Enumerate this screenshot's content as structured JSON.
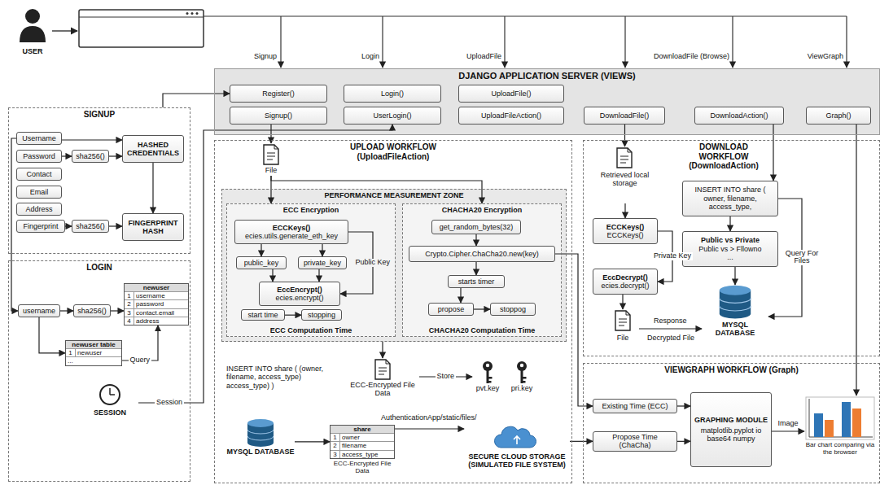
{
  "diagram": {
    "nodes": [
      {
        "text": [
          "USER"
        ]
      },
      {
        "text": [
          "DJANGO APPLICATION SERVER (VIEWS)"
        ]
      },
      {
        "text": [
          "Register()"
        ],
        "in": 1
      },
      {
        "text": [
          "Signup()"
        ],
        "in": 1
      },
      {
        "text": [
          "Login()"
        ],
        "in": 1
      },
      {
        "text": [
          "UserLogin()"
        ],
        "in": 1
      },
      {
        "text": [
          "UploadFile()"
        ],
        "in": 1
      },
      {
        "text": [
          "UploadFileAction()"
        ],
        "in": 1
      },
      {
        "text": [
          "DownloadFile()"
        ],
        "in": 1
      },
      {
        "text": [
          "DownloadAction()"
        ],
        "in": 1
      },
      {
        "text": [
          "Graph()"
        ],
        "in": 1
      },
      {
        "text": [
          "SIGNUP"
        ]
      },
      {
        "text": [
          "Username"
        ],
        "in": 11
      },
      {
        "text": [
          "Password"
        ],
        "in": 11
      },
      {
        "text": [
          "Contact"
        ],
        "in": 11
      },
      {
        "text": [
          "Email"
        ],
        "in": 11
      },
      {
        "text": [
          "Address"
        ],
        "in": 11
      },
      {
        "text": [
          "Fingerprint"
        ],
        "in": 11
      },
      {
        "text": [
          "sha256()"
        ],
        "in": 11
      },
      {
        "text": [
          "sha256()"
        ],
        "in": 11
      },
      {
        "text": [
          "HASHED CREDENTIALS"
        ],
        "in": 11
      },
      {
        "text": [
          "FINGERPRINT HASH"
        ],
        "in": 11
      },
      {
        "text": [
          "LOGIN"
        ]
      },
      {
        "text": [
          "username"
        ],
        "in": 22
      },
      {
        "text": [
          "sha256()"
        ],
        "in": 22
      },
      {
        "text": [
          "newuser",
          "1",
          "username",
          "2",
          "password",
          "3",
          "contact.email",
          "4",
          "address"
        ],
        "in": 22
      },
      {
        "text": [
          "newuser table",
          "1",
          "newuser",
          "..."
        ],
        "in": 22
      },
      {
        "text": [
          "SESSION"
        ],
        "in": 22
      },
      {
        "text": [
          "UPLOAD WORKFLOW (UploadFileAction)"
        ]
      },
      {
        "text": [
          "File"
        ],
        "in": 28
      },
      {
        "text": [
          "PERFORMANCE MEASUREMENT ZONE"
        ],
        "in": 28
      },
      {
        "text": [
          "ECC Encryption",
          "ECC Computation Time"
        ],
        "in": 30
      },
      {
        "text": [
          "ECCKeys()",
          "ecies.utils.generate_eth_key"
        ],
        "in": 31
      },
      {
        "text": [
          "public_key"
        ],
        "in": 31
      },
      {
        "text": [
          "private_key"
        ],
        "in": 31
      },
      {
        "text": [
          "EccEncrypt()",
          "ecies.encrypt()"
        ],
        "in": 31
      },
      {
        "text": [
          "start time"
        ],
        "in": 31
      },
      {
        "text": [
          "stopping"
        ],
        "in": 31
      },
      {
        "text": [
          "CHACHA20 Encryption",
          "CHACHA20 Computation Time"
        ],
        "in": 30
      },
      {
        "text": [
          "get_random_bytes(32)"
        ],
        "in": 38
      },
      {
        "text": [
          "Crypto.Cipher.ChaCha20.new(key)"
        ],
        "in": 38
      },
      {
        "text": [
          "starts timer"
        ],
        "in": 38
      },
      {
        "text": [
          "propose"
        ],
        "in": 38
      },
      {
        "text": [
          "stoppog"
        ],
        "in": 38
      },
      {
        "text": [
          "ECC-Encrypted File Data"
        ],
        "in": 28
      },
      {
        "text": [
          "pvt.key"
        ],
        "in": 28
      },
      {
        "text": [
          "pri.key"
        ],
        "in": 28
      },
      {
        "text": [
          "MYSQL DATABASE"
        ],
        "in": 28
      },
      {
        "text": [
          "share",
          "1",
          "owner",
          "2",
          "filename",
          "3",
          "access_type",
          "ECC-Encrypted File Data"
        ],
        "in": 28
      },
      {
        "text": [
          "SECURE CLOUD STORAGE (SIMULATED FILE SYSTEM)"
        ],
        "in": 28
      },
      {
        "text": [
          "DOWNLOAD WORKFLOW (DownloadAction)"
        ]
      },
      {
        "text": [
          "Retrieved local storage"
        ],
        "in": 50
      },
      {
        "text": [
          "ECCKeys()",
          "ECCKeys()"
        ],
        "in": 50
      },
      {
        "text": [
          "EccDecrypt()",
          "ecies.decrypt()"
        ],
        "in": 50
      },
      {
        "text": [
          "File"
        ],
        "in": 50
      },
      {
        "text": [
          "INSERT INTO share ( owner, filename, access_type,"
        ],
        "in": 50
      },
      {
        "text": [
          "Public vs Private",
          "Public vs > Fllowno",
          "..."
        ],
        "in": 50
      },
      {
        "text": [
          "MYSQL DATABASE"
        ],
        "in": 50
      },
      {
        "text": [
          "VIEWGRAPH WORKFLOW (Graph)"
        ]
      },
      {
        "text": [
          "Existing Time (ECC)"
        ],
        "in": 58
      },
      {
        "text": [
          "Propose Time (ChaCha)"
        ],
        "in": 58
      },
      {
        "text": [
          "GRAPHING MODULE",
          "matplotlib.pyplot io base64 numpy"
        ],
        "in": 58
      },
      {
        "text": [
          "Bar chart comparing via the browser"
        ],
        "in": 58
      }
    ],
    "edges": [
      {
        "from": 11,
        "to": 2,
        "arrow": "to"
      },
      {
        "from": 12,
        "to": 20,
        "arrow": "to"
      },
      {
        "from": 13,
        "to": 18,
        "arrow": "to"
      },
      {
        "from": 18,
        "to": 20,
        "arrow": "to"
      },
      {
        "from": 17,
        "to": 19,
        "arrow": "to"
      },
      {
        "from": 19,
        "to": 21,
        "arrow": "to"
      },
      {
        "from": 20,
        "to": 21,
        "arrow": "to"
      },
      {
        "from": 12,
        "to": 23,
        "arrow": "to"
      },
      {
        "from": 23,
        "to": 24,
        "arrow": "to"
      },
      {
        "from": 24,
        "to": 25,
        "arrow": "to"
      },
      {
        "from": 23,
        "to": 26,
        "arrow": "to"
      },
      {
        "from": 26,
        "to": 25,
        "label": "Query",
        "arrow": "to"
      },
      {
        "from": 27,
        "to": 5,
        "label": "Session",
        "arrow": "to"
      },
      {
        "from": 3,
        "to": 29,
        "arrow": "to"
      },
      {
        "from": 29,
        "to": 31,
        "arrow": "to"
      },
      {
        "from": 29,
        "to": 38,
        "arrow": "to"
      },
      {
        "from": 32,
        "to": 33,
        "arrow": "to"
      },
      {
        "from": 32,
        "to": 34,
        "arrow": "to"
      },
      {
        "from": 33,
        "to": 35,
        "arrow": "to"
      },
      {
        "from": 34,
        "to": 35,
        "arrow": "to"
      },
      {
        "from": 32,
        "to": 35,
        "label": "Public Key",
        "arrow": "to"
      },
      {
        "from": 36,
        "to": 37,
        "arrow": "to"
      },
      {
        "from": 39,
        "to": 40,
        "arrow": "to"
      },
      {
        "from": 40,
        "to": 41,
        "arrow": "to"
      },
      {
        "from": 41,
        "to": 42,
        "arrow": "to"
      },
      {
        "from": 42,
        "to": 43,
        "arrow": "to"
      },
      {
        "from": 30,
        "to": 44,
        "arrow": "to"
      },
      {
        "from": 44,
        "to": 45,
        "label": "Store",
        "arrow": "to"
      },
      {
        "from": 47,
        "to": 48,
        "arrow": "to"
      },
      {
        "from": 48,
        "to": 49,
        "label": "AuthenticationApp/static/files/",
        "arrow": "to"
      },
      {
        "from": 40,
        "to": 59,
        "arrow": "to"
      },
      {
        "from": 49,
        "to": 60,
        "arrow": "to"
      },
      {
        "from": 8,
        "to": 51,
        "arrow": "to"
      },
      {
        "from": 51,
        "to": 52,
        "arrow": "to"
      },
      {
        "from": 52,
        "to": 53,
        "label": "Private Key",
        "arrow": "to"
      },
      {
        "from": 53,
        "to": 54,
        "arrow": "to"
      },
      {
        "from": 54,
        "to": 57,
        "label": "Response",
        "arrow": "to"
      },
      {
        "from": 9,
        "to": 55,
        "arrow": "to"
      },
      {
        "from": 55,
        "to": 56,
        "arrow": "to"
      },
      {
        "from": 55,
        "to": 57,
        "label": "Query For Files",
        "arrow": "to"
      },
      {
        "from": 56,
        "to": 57,
        "arrow": "to"
      },
      {
        "from": 59,
        "to": 61,
        "arrow": "to"
      },
      {
        "from": 60,
        "to": 61,
        "arrow": "to"
      },
      {
        "from": 61,
        "to": 62,
        "label": "Image",
        "arrow": "to"
      },
      {
        "from": 10,
        "to": 62,
        "arrow": "to"
      }
    ],
    "labels": [
      "Signup",
      "Login",
      "UploadFile",
      "DownloadFile (Browse)",
      "ViewGraph",
      "INSERT INTO share ( (owner, filename, access_type) access_type) )",
      "Decrypted File"
    ]
  }
}
